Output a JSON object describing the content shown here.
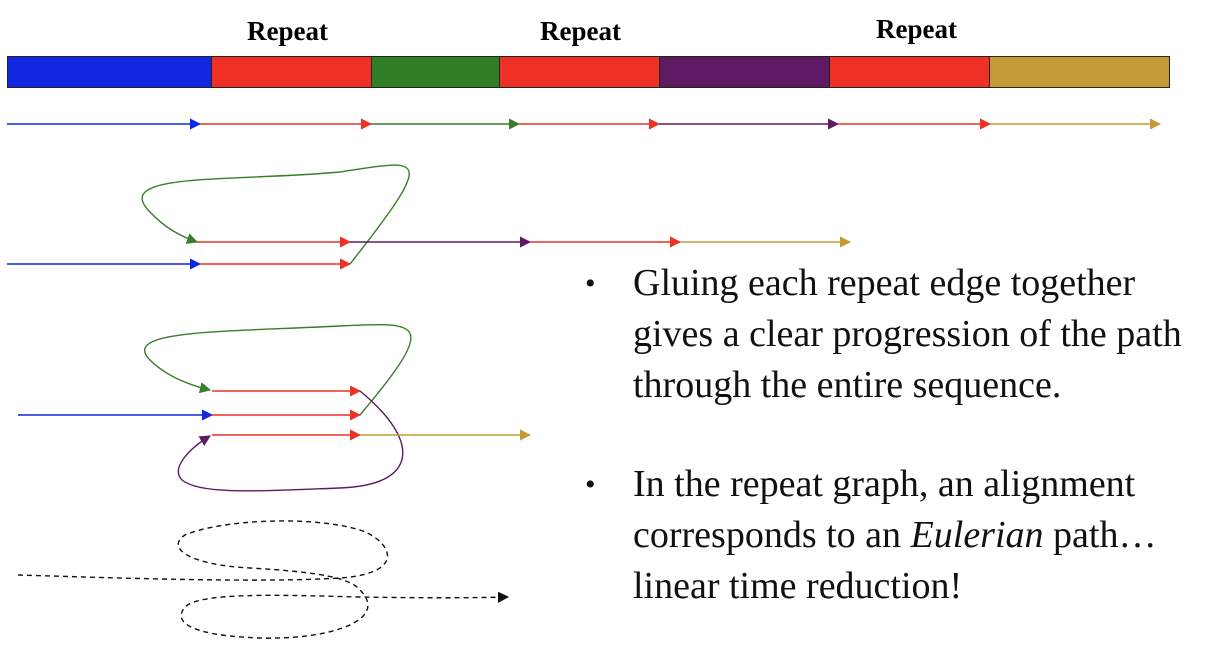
{
  "repeat_labels": [
    "Repeat",
    "Repeat",
    "Repeat"
  ],
  "sequence_segments": [
    {
      "color": "#1127e0",
      "flex": 204
    },
    {
      "color": "#ee3124",
      "flex": 160
    },
    {
      "color": "#2f7d24",
      "flex": 128
    },
    {
      "color": "#ee3124",
      "flex": 160
    },
    {
      "color": "#5e1a63",
      "flex": 171
    },
    {
      "color": "#ee3124",
      "flex": 160
    },
    {
      "color": "#c49a37",
      "flex": 180
    }
  ],
  "colors": {
    "blue": "#1127e0",
    "red": "#ee3124",
    "green": "#3a7d2c",
    "purple": "#5e1a63",
    "gold": "#c49a37",
    "black": "#111111"
  },
  "bullets": [
    {
      "bullet": "•",
      "text": "Gluing each repeat edge together gives a clear progression of the path through the entire sequence."
    },
    {
      "bullet": "•",
      "text_before": "In the repeat graph, an alignment corresponds to an ",
      "text_italic": "Eulerian",
      "text_after": " path…linear time reduction!"
    }
  ]
}
